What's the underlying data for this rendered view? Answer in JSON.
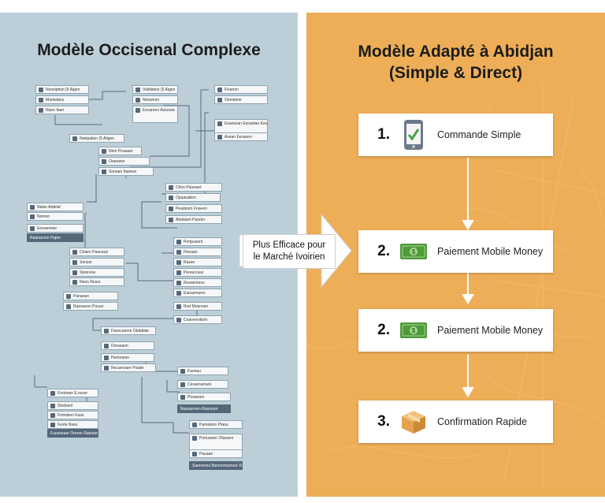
{
  "left": {
    "title": "Modèle Occisenal Complexe",
    "boxes": [
      "Nnseiption (5 Algen",
      "Marketans",
      "Naon Itaer",
      "Validation (5 Algen",
      "Nnnwnon",
      "Exvareon Assosse",
      "Fivanon",
      "Oenstene",
      "Exaosvan Exoaelan Exusom",
      "Asean Fevasen",
      "Nwiipation (5 Aligen",
      "Nton Poaaast",
      "Oranaion",
      "Sunaan Itaaeun",
      "Chon Paissant",
      "Opaasabon",
      "Peadunm Fnoeen",
      "Abdalam Paodor",
      "Nalan Atdelat",
      "Nomon",
      "Eonaemsie",
      "Raaracrion Pajon",
      "Pertpuesnt",
      "Fiesaan",
      "Rasse",
      "Pereurcass",
      "Rovamnens",
      "Eanuemurer",
      "Rod Moonsen",
      "Coanerrotiom",
      "Chaen Paarsast",
      "Sensor",
      "Stenrene",
      "Neon Resor",
      "Panaoan",
      "Raesanon Pouse",
      "Faoncamon Obdabite",
      "Dnrasaon",
      "Pertoneen",
      "Recamoanr Psade",
      "Faonau",
      "Cesanramant",
      "Posanam",
      "Nuosarmen Rasorum",
      "Fortnoen E.ssser",
      "Shelsenl",
      "Fomdsen Fase",
      "Feste Nseu",
      "Fuoonsaer Onreer Ratoiatot",
      "Pamalson Ptaou",
      "Portuanen Otasann",
      "Pauaan",
      "Sarerenes Bxiennnsemee Vhvtzrieae"
    ]
  },
  "callout": {
    "line1": "Plus Efficace pour",
    "line2": "le Marché Ivoirien"
  },
  "right": {
    "title_line1": "Modèle Adapté à Abidjan",
    "title_line2": "(Simple & Direct)",
    "steps": [
      {
        "num": "1.",
        "label": "Commande Simple",
        "icon": "smartphone-check-icon"
      },
      {
        "num": "2.",
        "label": "Paiement Mobile Money",
        "icon": "banknote-icon"
      },
      {
        "num": "2.",
        "label": "Paiement Mobile Money",
        "icon": "banknote-icon"
      },
      {
        "num": "3.",
        "label": "Confirmation Rapide",
        "icon": "box-icon"
      }
    ]
  },
  "colors": {
    "left_bg": "#bccfd9",
    "right_bg": "#eeae58",
    "money_green": "#4f9a3c",
    "box_tan": "#e6a24e",
    "connector": "#55687a"
  }
}
